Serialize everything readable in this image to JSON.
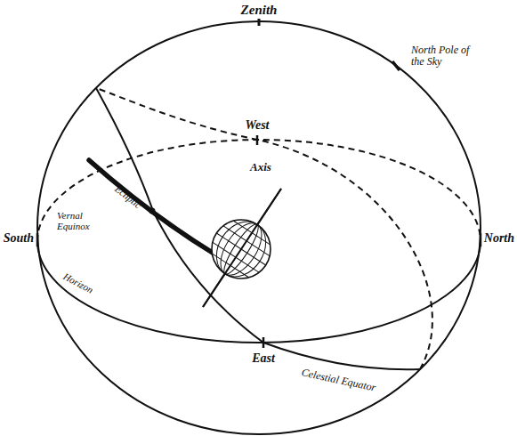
{
  "diagram": {
    "labels": [
      "Zenith",
      "North Pole of the Sky",
      "West",
      "South",
      "North",
      "Vernal Equinox",
      "Ecliptic",
      "Axis",
      "Horizon",
      "East",
      "Celestial Equator"
    ]
  }
}
